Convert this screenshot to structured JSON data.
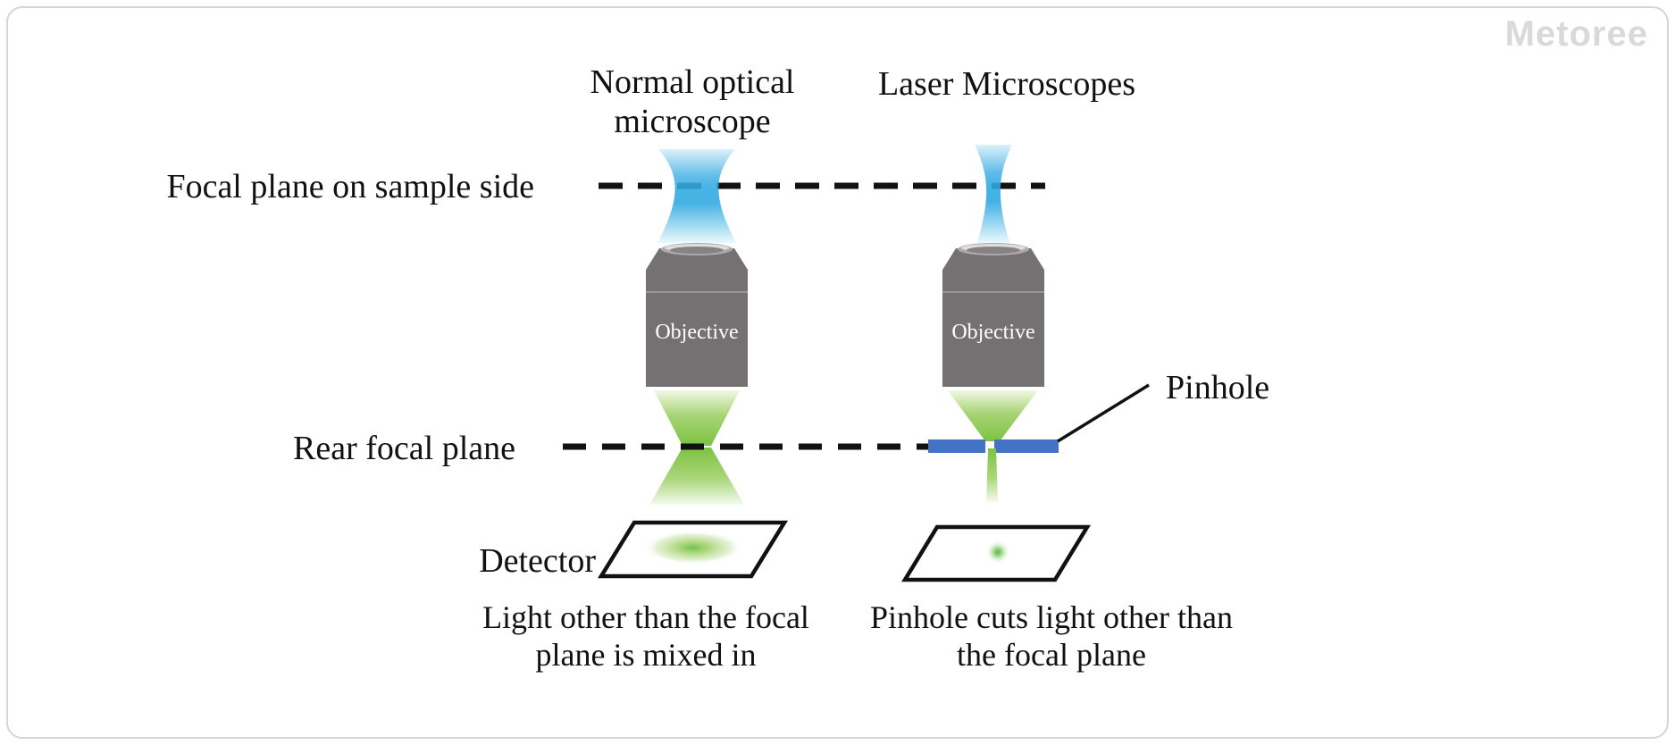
{
  "watermark": "Metoree",
  "columns": {
    "left": {
      "title": "Normal optical\nmicroscope",
      "objective_label": "Objective",
      "caption": "Light other than the focal\nplane is mixed in"
    },
    "right": {
      "title": "Laser Microscopes",
      "objective_label": "Objective",
      "caption": "Pinhole cuts light other than\nthe focal plane"
    }
  },
  "labels": {
    "focal_plane_sample": "Focal plane on sample side",
    "rear_focal_plane": "Rear focal plane",
    "detector": "Detector",
    "pinhole": "Pinhole"
  },
  "colors": {
    "laser_blue": "#2EA9E1",
    "light_green": "#7DC242",
    "pinhole_blue": "#4472C4",
    "objective_gray": "#757071",
    "watermark_gray": "#D9D9D9",
    "line_black": "#111111",
    "frame_border": "#D6D6D6"
  }
}
